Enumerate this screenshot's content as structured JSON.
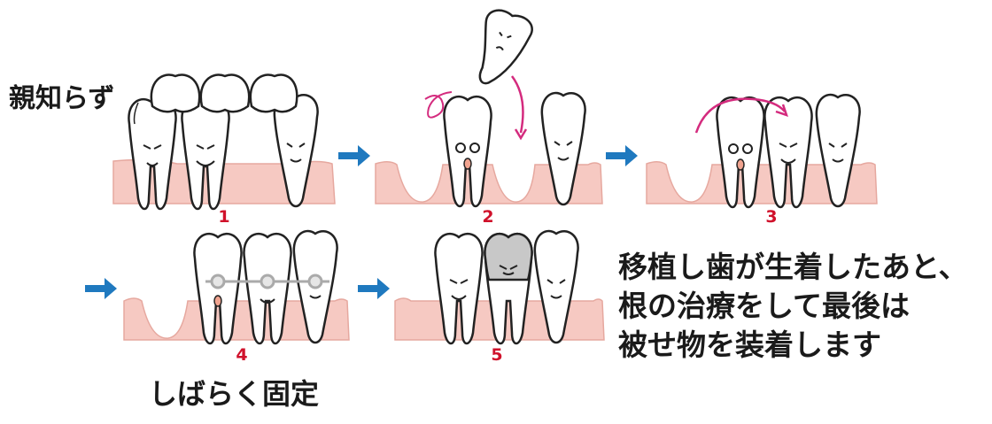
{
  "labels": {
    "wisdom_tooth": "親知らず",
    "temporary_fix": "しばらく固定",
    "explanation": [
      "移植し歯が生着したあと、",
      "根の治療をして最後は",
      "被せ物を装着します"
    ]
  },
  "steps": [
    "1",
    "2",
    "3",
    "4",
    "5"
  ],
  "colors": {
    "gum": "#f6c9c2",
    "gum_edge": "#e6a89f",
    "arrow": "#1f79bf",
    "motion_arrow": "#d42b7e",
    "step_number": "#d0112b",
    "crown": "#c8c8c8"
  }
}
